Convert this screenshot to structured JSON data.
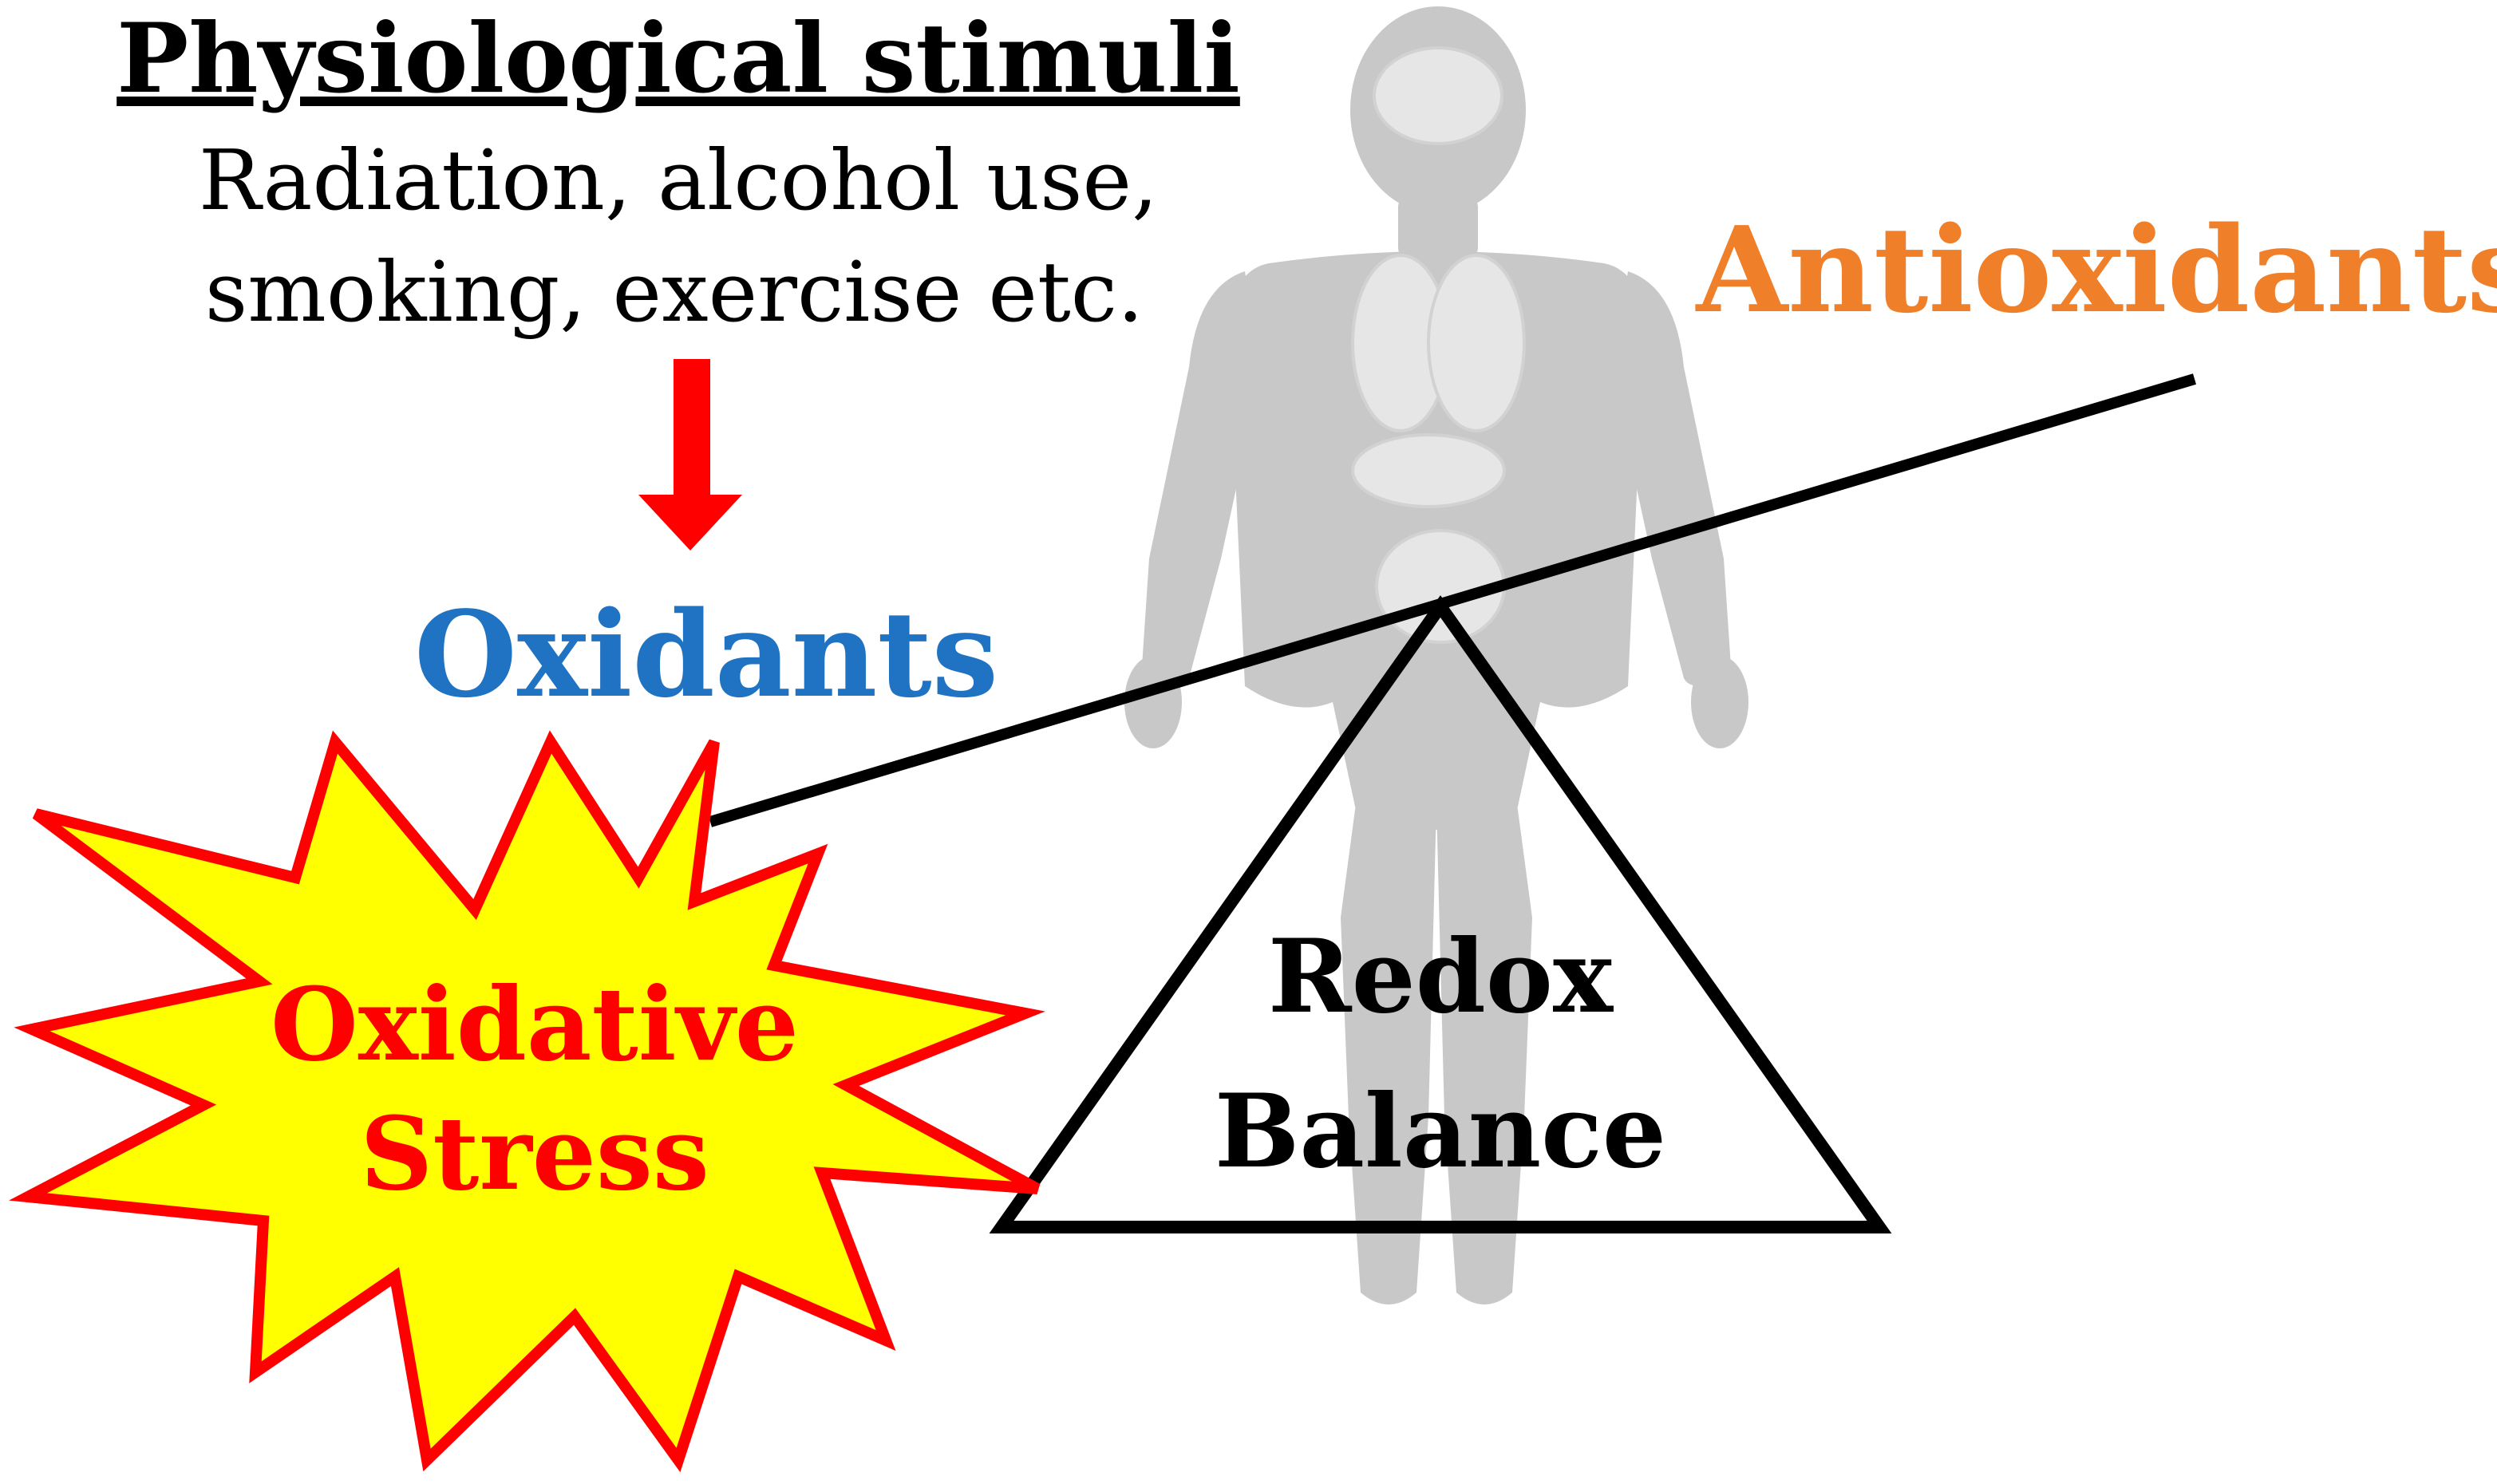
{
  "colors": {
    "background": "#ffffff",
    "heading": "#000000",
    "arrow": "#ff0000",
    "oxidants": "#1f73c2",
    "antioxidants": "#f07f2a",
    "starburst_fill": "#ffff00",
    "starburst_stroke": "#ff0000",
    "stress_text": "#ff0000",
    "balance_stroke": "#000000",
    "balance_text": "#000000",
    "human_silhouette": "#c8c8c8",
    "organs": "#e6e6e6"
  },
  "icons": {
    "human_figure": "human-body-silhouette-icon",
    "arrow": "down-arrow-icon",
    "starburst": "starburst-icon"
  },
  "stimuli": {
    "heading": "Physiological stimuli",
    "line1": "Radiation, alcohol use,",
    "line2": "smoking, exercise etc."
  },
  "oxidants": {
    "label": "Oxidants"
  },
  "antioxidants": {
    "label": "Antioxidants"
  },
  "stress": {
    "line1": "Oxidative",
    "line2": "Stress"
  },
  "balance": {
    "line1": "Redox",
    "line2": "Balance"
  }
}
